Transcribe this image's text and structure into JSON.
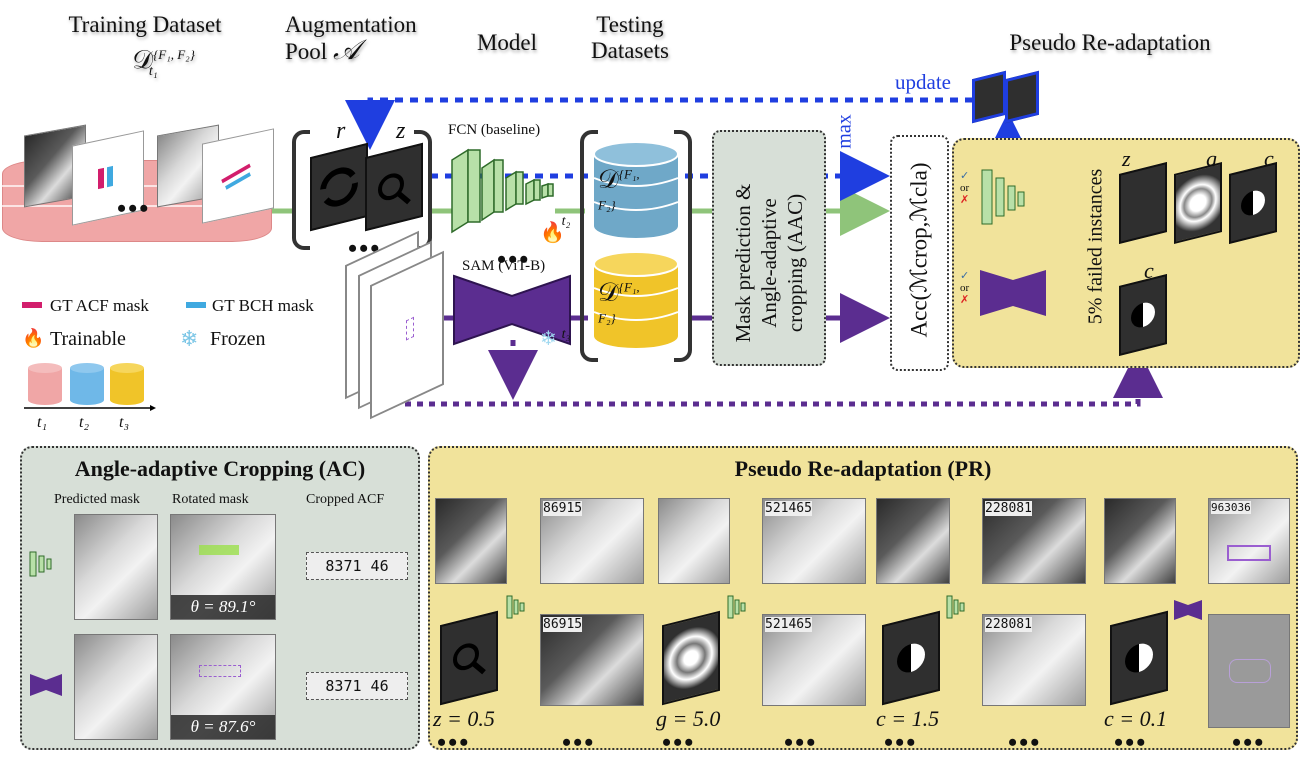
{
  "headers": {
    "training_dataset": "Training Dataset",
    "training_symbol": "𝒟",
    "training_sup": "{F₁, F₂}",
    "training_sub": "t₁",
    "augmentation_pool": "Augmentation",
    "augmentation_pool_2": "Pool",
    "augmentation_symbol": "𝒜",
    "model": "Model",
    "testing": "Testing",
    "testing_2": "Datasets",
    "pseudo": "Pseudo  Re-adaptation"
  },
  "labels": {
    "update": "update",
    "max": "max",
    "fcn": "FCN (baseline)",
    "sam": "SAM (ViT-B)",
    "aac_line1": "Mask prediction &",
    "aac_line2": "Angle-adaptive",
    "aac_line3": "cropping (AAC)",
    "acc": "Acc(ℳcrop,ℳcla)",
    "failed": "5% failed instances",
    "or": "or",
    "r": "r",
    "z": "z",
    "g": "g",
    "c": "c",
    "db2_sub": "t₂",
    "db3_sub": "t₃",
    "db_sup": "{F₁, F₂}",
    "db_symbol": "𝒟",
    "ellipsis": "•••"
  },
  "legend": {
    "acf": "GT ACF mask",
    "bch": "GT BCH mask",
    "trainable": "Trainable",
    "frozen": "Frozen",
    "t1": "t₁",
    "t2": "t₂",
    "t3": "t₃"
  },
  "ac_panel": {
    "title": "Angle-adaptive Cropping (AC)",
    "col1": "Predicted mask",
    "col2": "Rotated mask",
    "col3": "Cropped ACF",
    "theta1": "θ = 89.1°",
    "theta2": "θ = 87.6°",
    "code": "8371 46"
  },
  "pr_panel": {
    "title": "Pseudo  Re-adaptation (PR)",
    "z": "z = 0.5",
    "g": "g = 5.0",
    "c1": "c = 1.5",
    "c2": "c = 0.1",
    "codes": [
      "86915",
      "521465",
      "228081",
      "963036"
    ]
  },
  "colors": {
    "green": "#8fc47a",
    "purple": "#5b2d90",
    "blue": "#1f3ee0",
    "panel_green": "#d7dfd7",
    "panel_yellow": "#f1e39b",
    "db_blue": "#6fa8c8",
    "db_yellow": "#f0c429",
    "db_pink": "#f0a6a6"
  }
}
